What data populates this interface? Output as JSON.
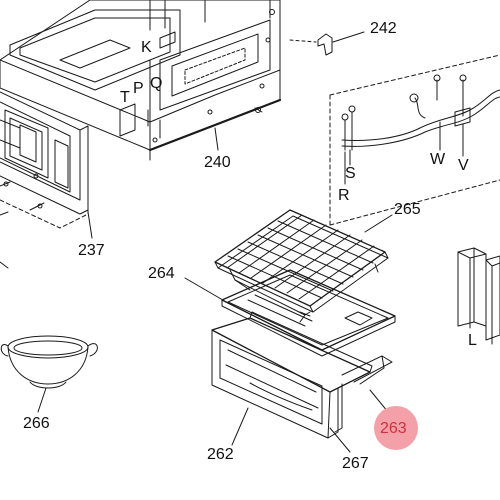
{
  "labels": {
    "p242": "242",
    "p240": "240",
    "p237": "237",
    "p265": "265",
    "p264": "264",
    "p266": "266",
    "p262": "262",
    "p267": "267",
    "p263": "263",
    "K": "K",
    "P": "P",
    "Q": "Q",
    "T": "T",
    "S": "S",
    "R": "R",
    "W": "W",
    "V": "V",
    "L": "L"
  },
  "colors": {
    "line": "#1a1a1a",
    "highlight_fill": "#f4a0a8",
    "highlight_text": "#d0303f"
  },
  "highlighted_part": "263"
}
